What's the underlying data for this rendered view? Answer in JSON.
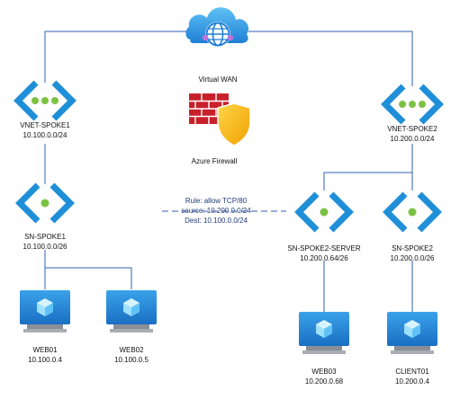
{
  "colors": {
    "line": "#2f5fb3",
    "vnet_icon": "#1f8fd8",
    "dot": "#7cc242",
    "monitor": "#1e88d6",
    "firewall_brick": "#c8202b",
    "shield": "#f4b400"
  },
  "wan": {
    "label": "Virtual WAN",
    "icon": "cloud-globe-icon"
  },
  "firewall": {
    "label": "Azure Firewall",
    "icon": "firewall-shield-icon"
  },
  "vnet_spoke1": {
    "name": "VNET-SPOKE1",
    "cidr": "10.100.0.0/24",
    "icon": "vnet-icon"
  },
  "vnet_spoke2": {
    "name": "VNET-SPOKE2",
    "cidr": "10.200.0.0/24",
    "icon": "vnet-icon"
  },
  "sn_spoke1": {
    "name": "SN-SPOKE1",
    "cidr": "10.100.0.0/26",
    "icon": "subnet-icon"
  },
  "sn_spoke2_server": {
    "name": "SN-SPOKE2-SERVER",
    "cidr": "10.200.0.64/26",
    "icon": "subnet-icon"
  },
  "sn_spoke2": {
    "name": "SN-SPOKE2",
    "cidr": "10.200.0.0/26",
    "icon": "subnet-icon"
  },
  "rule": {
    "line1": "Rule: allow TCP/80",
    "line2": "source: 10.200.0.0/24",
    "line3": "Dest: 10.100.0.0/24"
  },
  "web01": {
    "name": "WEB01",
    "ip": "10.100.0.4",
    "icon": "vm-monitor-icon"
  },
  "web02": {
    "name": "WEB02",
    "ip": "10.100.0.5",
    "icon": "vm-monitor-icon"
  },
  "web03": {
    "name": "WEB03",
    "ip": "10.200.0.68",
    "icon": "vm-monitor-icon"
  },
  "client01": {
    "name": "CLIENT01",
    "ip": "10.200.0.4",
    "icon": "vm-monitor-icon"
  }
}
